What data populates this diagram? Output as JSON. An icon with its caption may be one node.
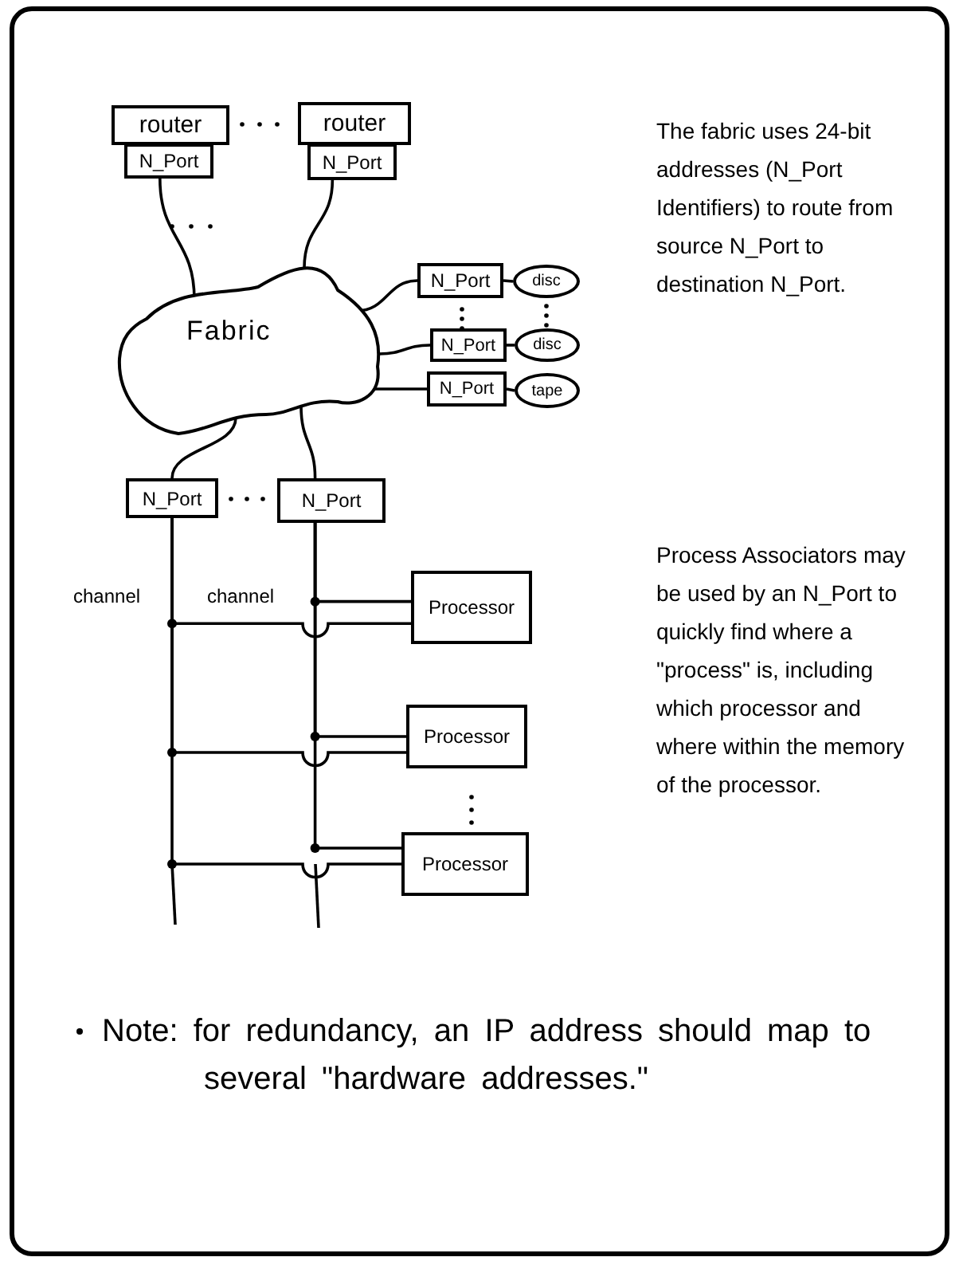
{
  "diagram": {
    "nodes": [
      {
        "text": [
          "router"
        ]
      },
      {
        "text": [
          "N_Port"
        ]
      },
      {
        "text": [
          "router"
        ]
      },
      {
        "text": [
          "N_Port"
        ]
      },
      {
        "text": [
          "Fabric"
        ]
      },
      {
        "text": [
          "N_Port"
        ]
      },
      {
        "text": [
          "disc"
        ]
      },
      {
        "text": [
          "N_Port"
        ]
      },
      {
        "text": [
          "disc"
        ]
      },
      {
        "text": [
          "N_Port"
        ]
      },
      {
        "text": [
          "tape"
        ]
      },
      {
        "text": [
          "N_Port"
        ]
      },
      {
        "text": [
          "N_Port"
        ]
      },
      {
        "text": [
          "Processor"
        ]
      },
      {
        "text": [
          "Processor"
        ]
      },
      {
        "text": [
          "Processor"
        ]
      }
    ],
    "edges": [
      {
        "from": 1,
        "to": 4,
        "arrow": "none"
      },
      {
        "from": 3,
        "to": 4,
        "arrow": "none"
      },
      {
        "from": 4,
        "to": 5,
        "arrow": "none"
      },
      {
        "from": 5,
        "to": 6,
        "arrow": "none"
      },
      {
        "from": 4,
        "to": 7,
        "arrow": "none"
      },
      {
        "from": 7,
        "to": 8,
        "arrow": "none"
      },
      {
        "from": 4,
        "to": 9,
        "arrow": "none"
      },
      {
        "from": 9,
        "to": 10,
        "arrow": "none"
      },
      {
        "from": 4,
        "to": 11,
        "arrow": "none"
      },
      {
        "from": 4,
        "to": 12,
        "arrow": "none"
      },
      {
        "from": 11,
        "to": 13,
        "arrow": "none"
      },
      {
        "from": 12,
        "to": 13,
        "arrow": "none"
      },
      {
        "from": 11,
        "to": 14,
        "arrow": "none"
      },
      {
        "from": 12,
        "to": 14,
        "arrow": "none"
      },
      {
        "from": 11,
        "to": 15,
        "arrow": "none"
      },
      {
        "from": 12,
        "to": 15,
        "arrow": "none"
      }
    ],
    "labels": [
      "The fabric uses 24-bit addresses (N_Port Identifiers) to route from source N_Port to destination N_Port.",
      "channel",
      "channel",
      "Process Associators may be used by an N_Port to quickly find where a \"process\" is, including which processor and where within the memory of the processor.",
      "Note: for redundancy, an IP address should map to several \"hardware addresses.\""
    ]
  }
}
